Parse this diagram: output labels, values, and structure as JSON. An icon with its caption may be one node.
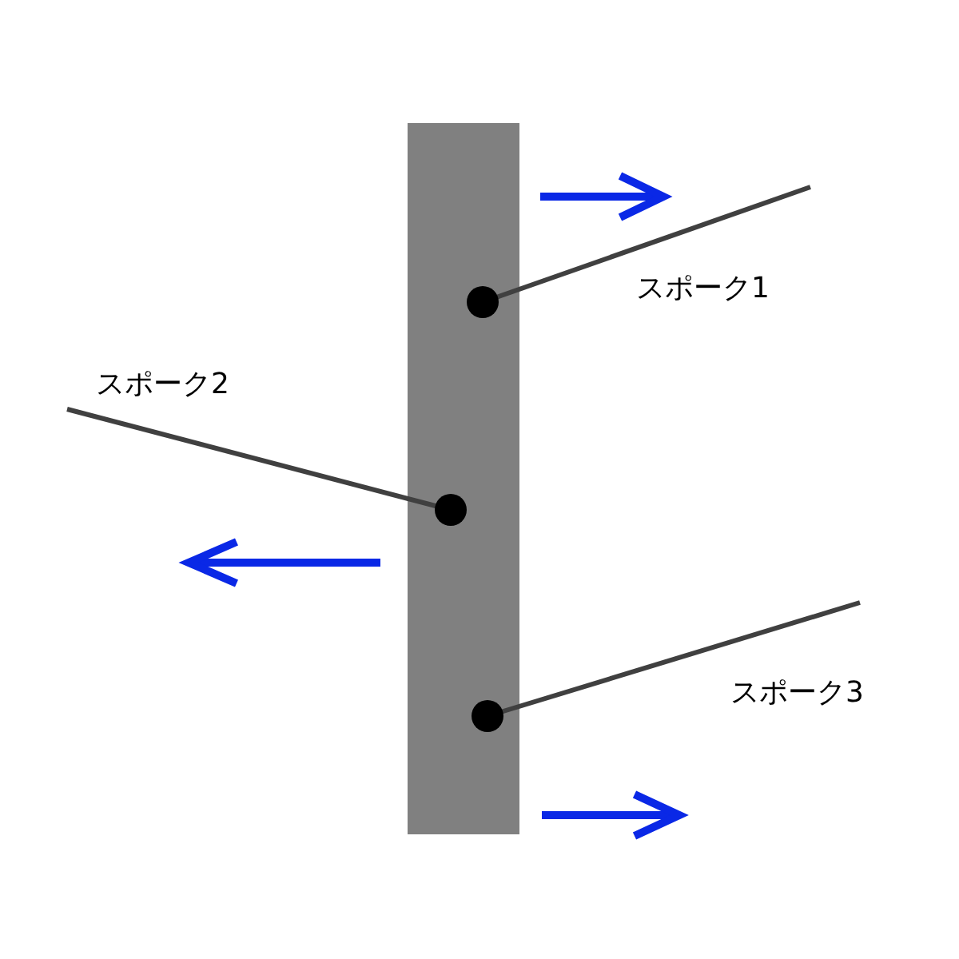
{
  "diagram": {
    "labels": [
      "スポーク1",
      "スポーク2",
      "スポーク3"
    ]
  }
}
